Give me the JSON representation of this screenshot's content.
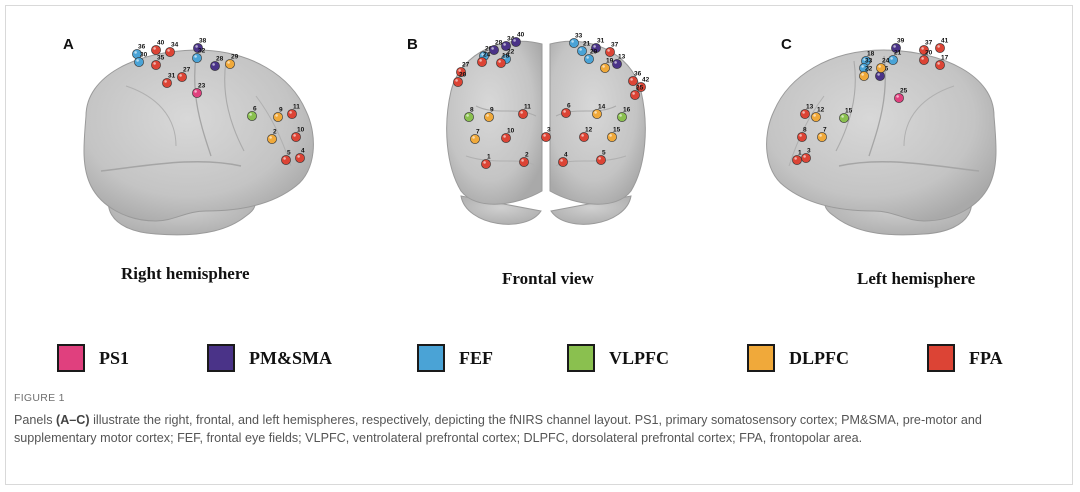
{
  "panels": [
    {
      "letter": "A",
      "title": "Right hemisphere"
    },
    {
      "letter": "B",
      "title": "Frontal view"
    },
    {
      "letter": "C",
      "title": "Left hemisphere"
    }
  ],
  "legend": [
    {
      "label": "PS1",
      "color": "#e0407e"
    },
    {
      "label": "PM&SMA",
      "color": "#4a3388"
    },
    {
      "label": "FEF",
      "color": "#4aa3d6"
    },
    {
      "label": "VLPFC",
      "color": "#8ac04f"
    },
    {
      "label": "DLPFC",
      "color": "#f0a93a"
    },
    {
      "label": "FPA",
      "color": "#dc4435"
    }
  ],
  "figure": {
    "label": "FIGURE 1",
    "caption_pre": "Panels ",
    "caption_bold": "(A–C)",
    "caption_post": " illustrate the right, frontal, and left hemispheres, respectively, depicting the fNIRS channel layout. PS1, primary somatosensory cortex; PM&SMA, pre-motor and supplementary motor cortex; FEF, frontal eye fields; VLPFC, ventrolateral prefrontal cortex; DLPFC, dorsolateral prefrontal cortex; FPA, frontopolar area."
  },
  "channels": {
    "right": [
      {
        "n": "36",
        "r": "FEF"
      },
      {
        "n": "40",
        "r": "FPA"
      },
      {
        "n": "34",
        "r": "FPA"
      },
      {
        "n": "38",
        "r": "PM&SMA"
      },
      {
        "n": "30",
        "r": "FEF"
      },
      {
        "n": "32",
        "r": "FEF"
      },
      {
        "n": "35",
        "r": "FPA"
      },
      {
        "n": "28",
        "r": "PM&SMA"
      },
      {
        "n": "29",
        "r": "DLPFC"
      },
      {
        "n": "27",
        "r": "FPA"
      },
      {
        "n": "31",
        "r": "FPA"
      },
      {
        "n": "23",
        "r": "PS1"
      },
      {
        "n": "6",
        "r": "VLPFC"
      },
      {
        "n": "9",
        "r": "DLPFC"
      },
      {
        "n": "11",
        "r": "FPA"
      },
      {
        "n": "2",
        "r": "DLPFC"
      },
      {
        "n": "10",
        "r": "FPA"
      },
      {
        "n": "5",
        "r": "FPA"
      },
      {
        "n": "4",
        "r": "FPA"
      }
    ],
    "frontal": [
      {
        "n": "26",
        "r": "FEF"
      },
      {
        "n": "28",
        "r": "PM&SMA"
      },
      {
        "n": "24",
        "r": "FPA"
      },
      {
        "n": "34",
        "r": "PM&SMA"
      },
      {
        "n": "40",
        "r": "PM&SMA"
      },
      {
        "n": "22",
        "r": "FEF"
      },
      {
        "n": "18",
        "r": "FPA"
      },
      {
        "n": "27",
        "r": "FPA"
      },
      {
        "n": "20",
        "r": "FPA"
      },
      {
        "n": "33",
        "r": "FEF"
      },
      {
        "n": "21",
        "r": "FEF"
      },
      {
        "n": "31",
        "r": "PM&SMA"
      },
      {
        "n": "37",
        "r": "FPA"
      },
      {
        "n": "13",
        "r": "PM&SMA"
      },
      {
        "n": "19",
        "r": "DLPFC"
      },
      {
        "n": "29",
        "r": "FEF"
      },
      {
        "n": "36",
        "r": "FPA"
      },
      {
        "n": "42",
        "r": "FPA"
      },
      {
        "n": "25",
        "r": "FPA"
      },
      {
        "n": "8",
        "r": "VLPFC"
      },
      {
        "n": "9",
        "r": "DLPFC"
      },
      {
        "n": "11",
        "r": "FPA"
      },
      {
        "n": "10",
        "r": "FPA"
      },
      {
        "n": "14",
        "r": "DLPFC"
      },
      {
        "n": "16",
        "r": "VLPFC"
      },
      {
        "n": "7",
        "r": "DLPFC"
      },
      {
        "n": "6",
        "r": "FPA"
      },
      {
        "n": "12",
        "r": "FPA"
      },
      {
        "n": "3",
        "r": "FPA"
      },
      {
        "n": "15",
        "r": "DLPFC"
      },
      {
        "n": "1",
        "r": "FPA"
      },
      {
        "n": "2",
        "r": "FPA"
      },
      {
        "n": "4",
        "r": "FPA"
      },
      {
        "n": "5",
        "r": "FPA"
      }
    ],
    "left": [
      {
        "n": "18",
        "r": "FEF"
      },
      {
        "n": "39",
        "r": "PM&SMA"
      },
      {
        "n": "37",
        "r": "FPA"
      },
      {
        "n": "41",
        "r": "FPA"
      },
      {
        "n": "33",
        "r": "FEF"
      },
      {
        "n": "22",
        "r": "DLPFC"
      },
      {
        "n": "21",
        "r": "FEF"
      },
      {
        "n": "26",
        "r": "PM&SMA"
      },
      {
        "n": "24",
        "r": "DLPFC"
      },
      {
        "n": "20",
        "r": "FPA"
      },
      {
        "n": "17",
        "r": "FPA"
      },
      {
        "n": "25",
        "r": "PS1"
      },
      {
        "n": "13",
        "r": "FPA"
      },
      {
        "n": "12",
        "r": "DLPFC"
      },
      {
        "n": "15",
        "r": "VLPFC"
      },
      {
        "n": "8",
        "r": "FPA"
      },
      {
        "n": "7",
        "r": "DLPFC"
      },
      {
        "n": "3",
        "r": "FPA"
      },
      {
        "n": "1",
        "r": "FPA"
      }
    ]
  }
}
